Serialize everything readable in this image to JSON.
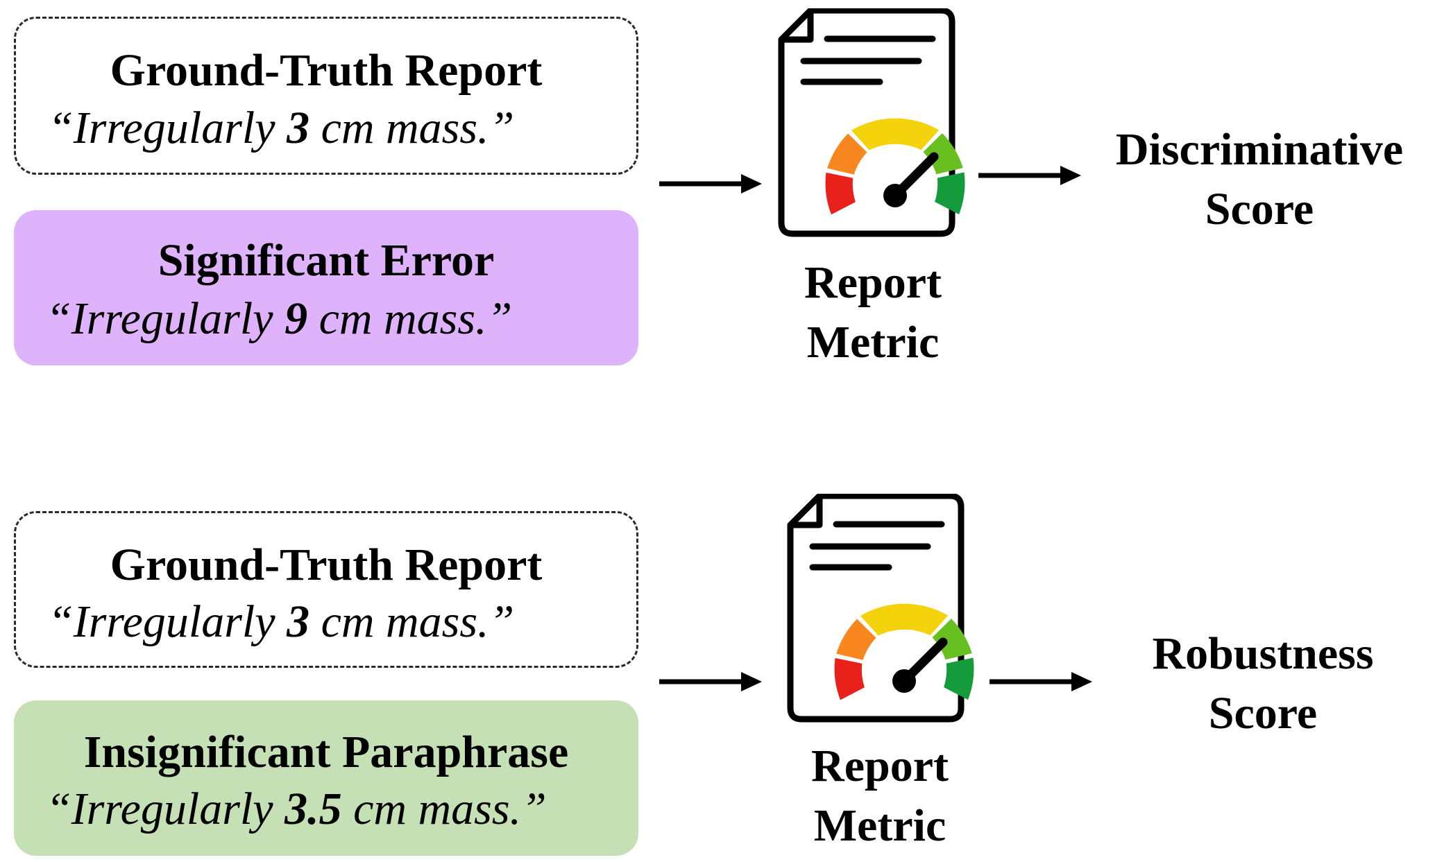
{
  "top": {
    "reference_box": {
      "title": "Ground-Truth Report",
      "quote_prefix": "“Irregularly ",
      "quote_value": "3",
      "quote_suffix": " cm mass.”"
    },
    "candidate_box": {
      "title": "Significant Error",
      "quote_prefix": "“Irregularly ",
      "quote_value": "9",
      "quote_suffix": " cm mass.”",
      "color": "#dfb3fb"
    },
    "metric_label_line1": "Report",
    "metric_label_line2": "Metric",
    "output_line1": "Discriminative",
    "output_line2": "Score"
  },
  "bottom": {
    "reference_box": {
      "title": "Ground-Truth Report",
      "quote_prefix": "“Irregularly ",
      "quote_value": "3",
      "quote_suffix": " cm mass.”"
    },
    "candidate_box": {
      "title": "Insignificant Paraphrase",
      "quote_prefix": "“Irregularly ",
      "quote_value": "3.5",
      "quote_suffix": " cm mass.”",
      "color": "#c5e0b5"
    },
    "metric_label_line1": "Report",
    "metric_label_line2": "Metric",
    "output_line1": "Robustness",
    "output_line2": "Score"
  },
  "icons": {
    "metric": "report-gauge-icon",
    "arrow": "right-arrow-icon",
    "gauge_colors": [
      "#e8211b",
      "#f7871e",
      "#f4d30c",
      "#67c01f",
      "#149c3c"
    ]
  }
}
